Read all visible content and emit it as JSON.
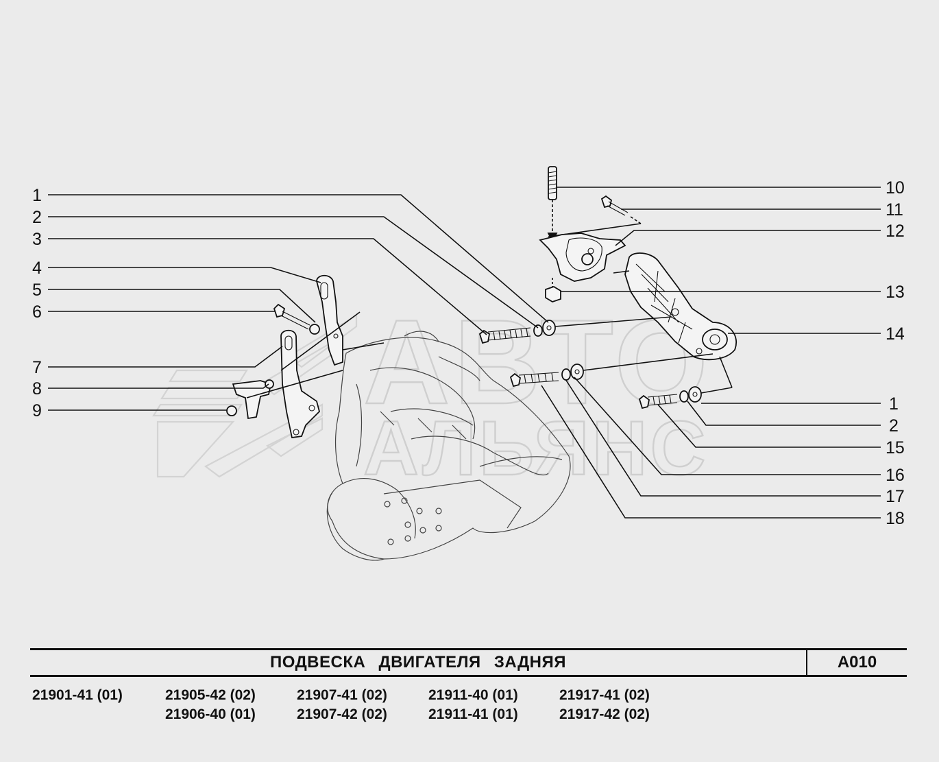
{
  "diagram": {
    "watermark": {
      "line1": "АВТО",
      "line2": "АЛЬЯНС"
    },
    "callouts_left": [
      "1",
      "2",
      "3",
      "4",
      "5",
      "6",
      "7",
      "8",
      "9"
    ],
    "callouts_right": [
      "10",
      "11",
      "12",
      "13",
      "14",
      "1",
      "2",
      "15",
      "16",
      "17",
      "18"
    ]
  },
  "title": "ПОДВЕСКА   ДВИГАТЕЛЯ   ЗАДНЯЯ",
  "page_code": "A010",
  "models": [
    [
      "21901-41 (01)"
    ],
    [
      "21905-42 (02)",
      "21906-40  (01)"
    ],
    [
      "21907-41 (02)",
      "21907-42 (02)"
    ],
    [
      "21911-40  (01)",
      "21911-41  (01)"
    ],
    [
      "21917-41 (02)",
      "21917-42 (02)"
    ]
  ]
}
